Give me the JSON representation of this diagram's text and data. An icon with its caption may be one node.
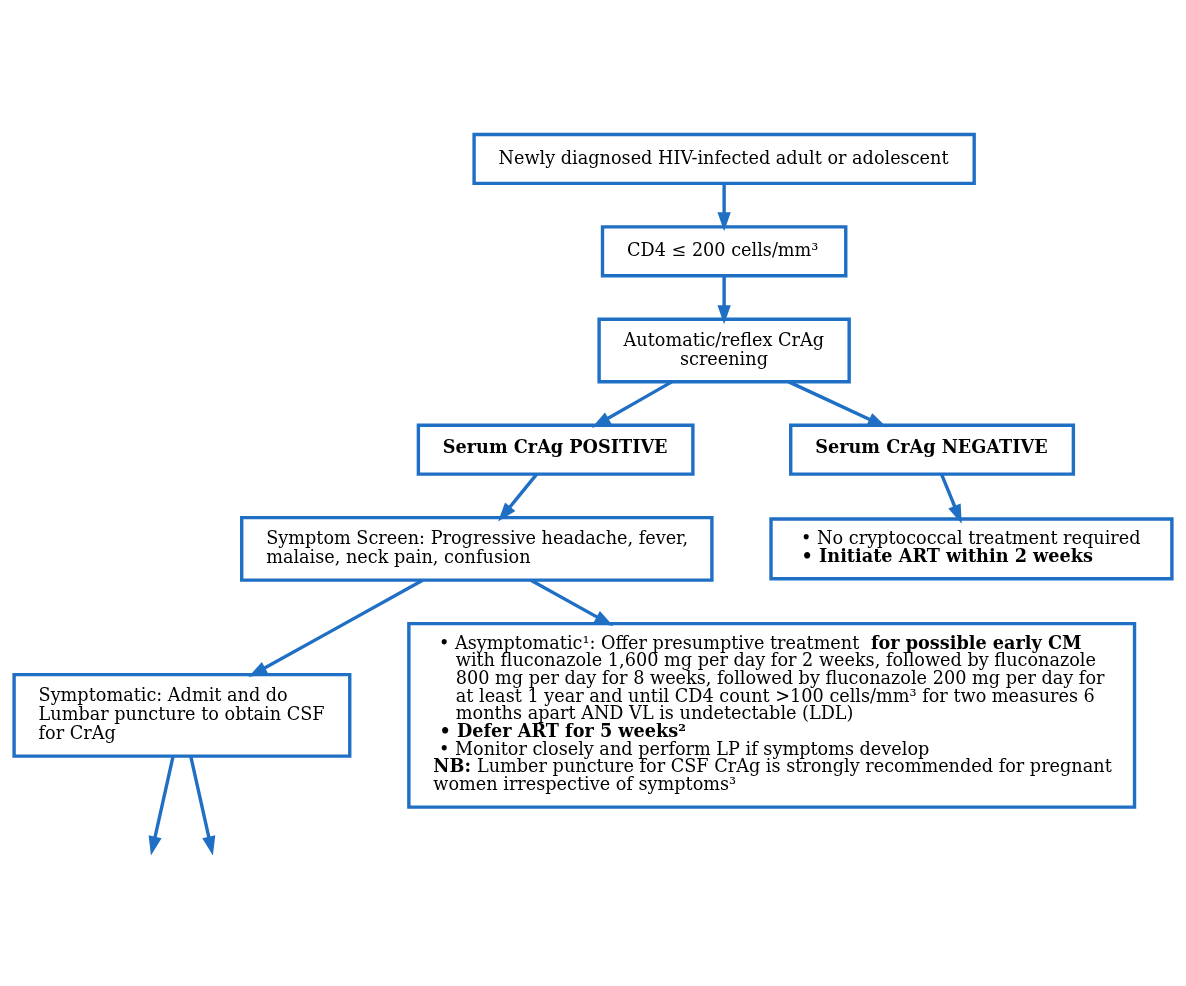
{
  "diagram": {
    "nodes": [
      {
        "text": [
          "Newly diagnosed HIV-infected adult or adolescent"
        ]
      },
      {
        "text": [
          "CD4 ≤ 200 cells/mm³"
        ]
      },
      {
        "text": [
          "Automatic/reflex CrAg screening"
        ]
      },
      {
        "text": [
          "Serum CrAg POSITIVE"
        ]
      },
      {
        "text": [
          "Serum CrAg NEGATIVE"
        ]
      },
      {
        "text": [
          "Symptom Screen: Progressive headache, fever, malaise, neck pain, confusion"
        ]
      },
      {
        "text": [
          "• No cryptococcal treatment required",
          "• Initiate ART within 2 weeks"
        ]
      },
      {
        "text": [
          "Symptomatic: Admit and do Lumbar puncture to obtain CSF for CrAg"
        ]
      },
      {
        "text": [
          "• Asymptomatic¹: Offer presumptive treatment **for possible early CM** with fluconazole 1,600 mg per day for 2 weeks, followed by fluconazole 800 mg per day for 8 weeks, followed by fluconazole 200 mg per day for at least 1 year and until CD4 count >100 cells/mm³ for two measures 6 months apart AND VL is undetectable (LDL)",
          "• Defer ART for 5 weeks²",
          "• Monitor closely and perform LP if symptoms develop",
          "**NB:** Lumber puncture for CSF CrAg is strongly recommended for pregnant women irrespective of symptoms³"
        ]
      }
    ],
    "edges": [
      {
        "from": 0,
        "to": 1,
        "arrow": "to"
      },
      {
        "from": 1,
        "to": 2,
        "arrow": "to"
      },
      {
        "from": 2,
        "to": 3,
        "arrow": "to"
      },
      {
        "from": 2,
        "to": 4,
        "arrow": "to"
      },
      {
        "from": 3,
        "to": 5,
        "arrow": "to"
      },
      {
        "from": 4,
        "to": 6,
        "arrow": "to"
      },
      {
        "from": 5,
        "to": 7,
        "arrow": "to"
      },
      {
        "from": 5,
        "to": 8,
        "arrow": "to"
      },
      {
        "from": 7,
        "to": null,
        "arrow": "to"
      },
      {
        "from": 7,
        "to": null,
        "arrow": "to"
      }
    ]
  }
}
